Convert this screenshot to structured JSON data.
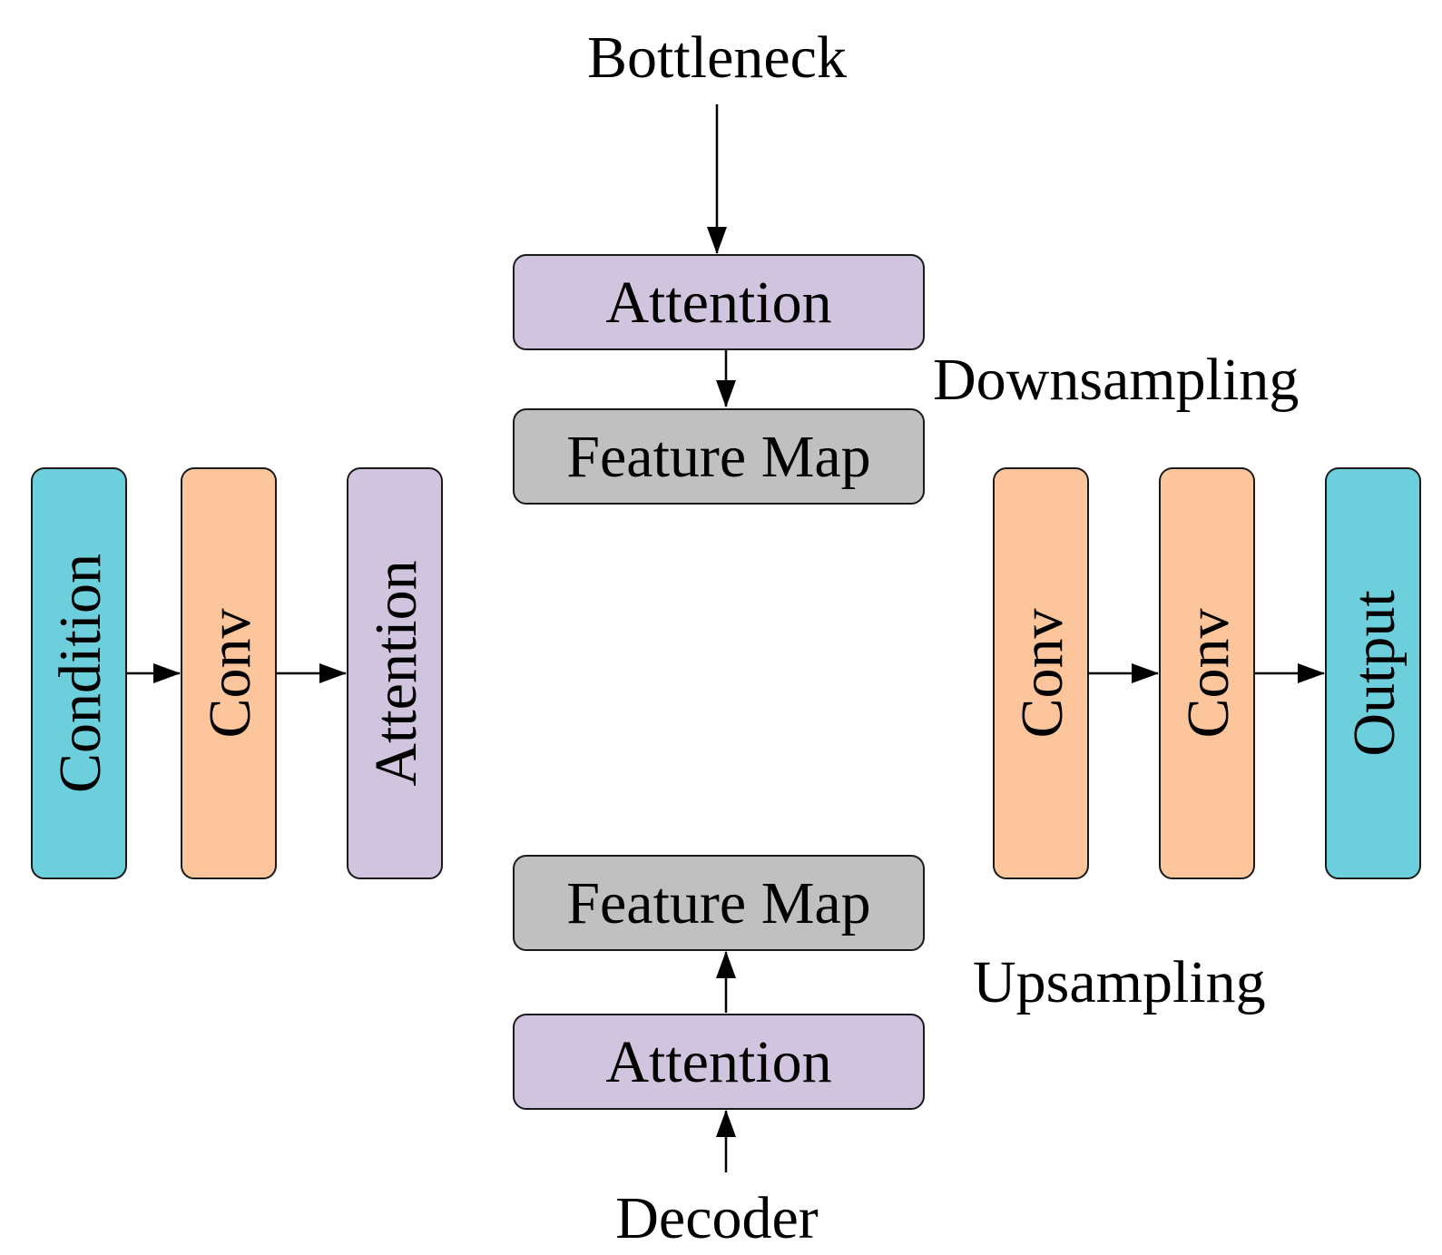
{
  "labels": {
    "bottleneck": "Bottleneck",
    "decoder": "Decoder",
    "downsampling": "Downsampling",
    "upsampling": "Upsampling"
  },
  "blocks": {
    "top_attention": "Attention",
    "top_feature_map": "Feature Map",
    "bottom_feature_map": "Feature Map",
    "bottom_attention": "Attention",
    "left_condition": "Condition",
    "left_conv": "Conv",
    "left_attention": "Attention",
    "right_conv_1": "Conv",
    "right_conv_2": "Conv",
    "right_output": "Output"
  },
  "colors": {
    "attention": "#d1c4de",
    "feature_map": "#c0c0c0",
    "condition_output": "#6dcfdc",
    "conv": "#fcc59b"
  }
}
